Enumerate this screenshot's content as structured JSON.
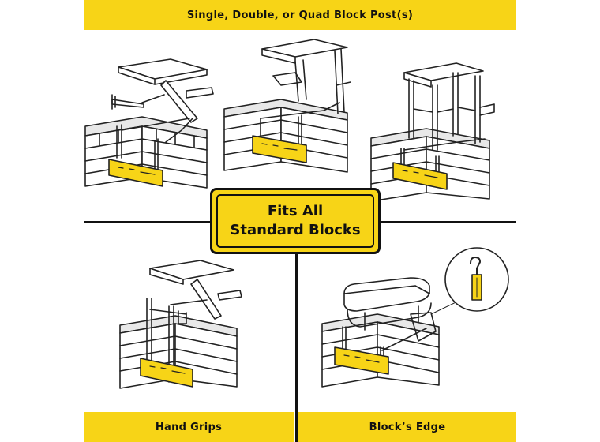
{
  "banners": {
    "top": "Single, Double, or Quad Block Post(s)",
    "hand_grips": "Hand Grips",
    "blocks_edge": "Block’s Edge"
  },
  "center_sign": {
    "line1": "Fits All",
    "line2": "Standard Blocks"
  },
  "colors": {
    "accent": "#f7d417",
    "ink": "#111111",
    "block_fill": "#ffffff"
  },
  "icons": [
    "starting-block-illustration",
    "hook-strap-illustration"
  ]
}
